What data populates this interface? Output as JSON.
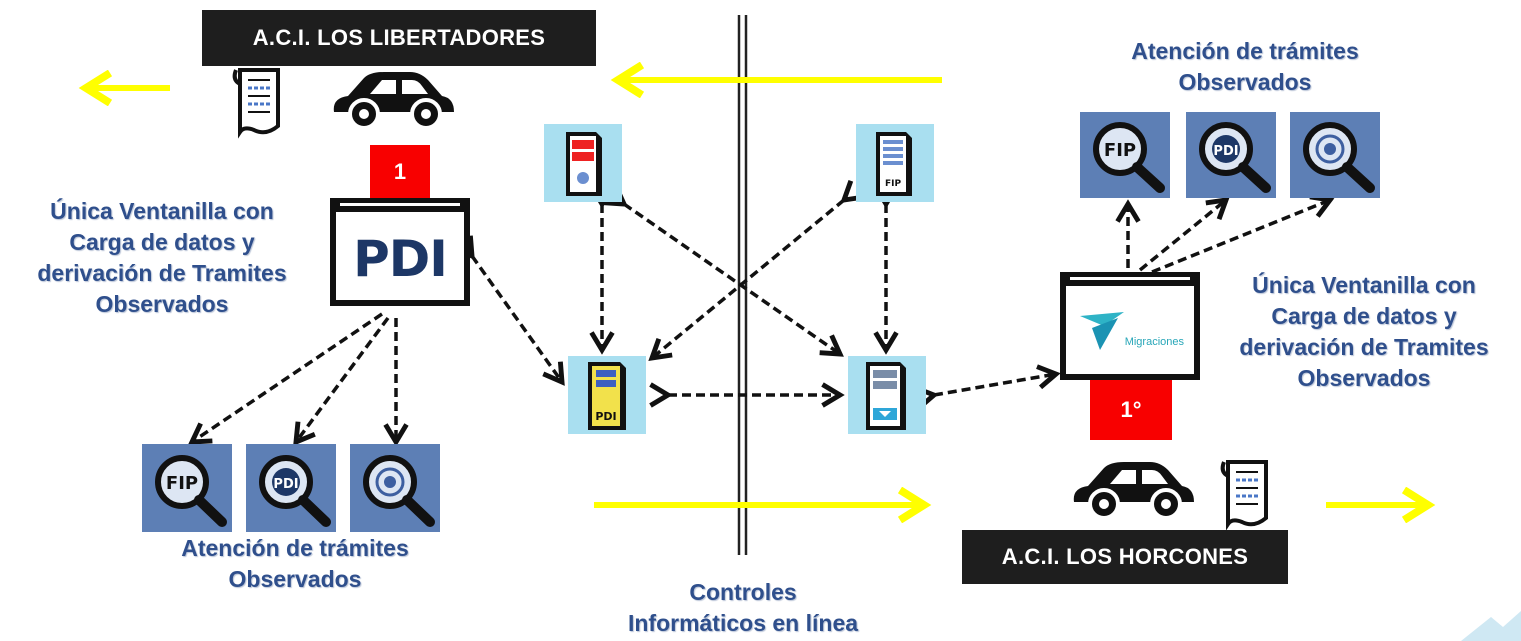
{
  "border_left": {
    "name": "A.C.I. LOS LIBERTADORES",
    "badge": "1",
    "window_text": "PDI",
    "description": [
      "Única Ventanilla con",
      "Carga de datos y",
      "derivación de Tramites",
      "Observados"
    ],
    "attention": [
      "Atención de trámites",
      "Observados"
    ]
  },
  "border_right": {
    "name": "A.C.I. LOS HORCONES",
    "badge": "1°",
    "window_text": "Migraciones",
    "description": [
      "Única Ventanilla con",
      "Carga de datos y",
      "derivación de Tramites",
      "Observados"
    ],
    "attention": [
      "Atención de trámites",
      "Observados"
    ]
  },
  "center": {
    "label": [
      "Controles",
      "Informáticos en línea"
    ]
  },
  "colors": {
    "text_blue": "#2f4f8c",
    "flow_arrow": "#ffff00",
    "badge_red": "#f80000",
    "label_bg": "#1e1e1e",
    "server_bg": "#a9dff0",
    "search_tile": "#5d7fb5"
  },
  "icons": {
    "document": "document-icon",
    "car": "car-icon",
    "server": "server-icon",
    "search": "magnifier-icon"
  }
}
